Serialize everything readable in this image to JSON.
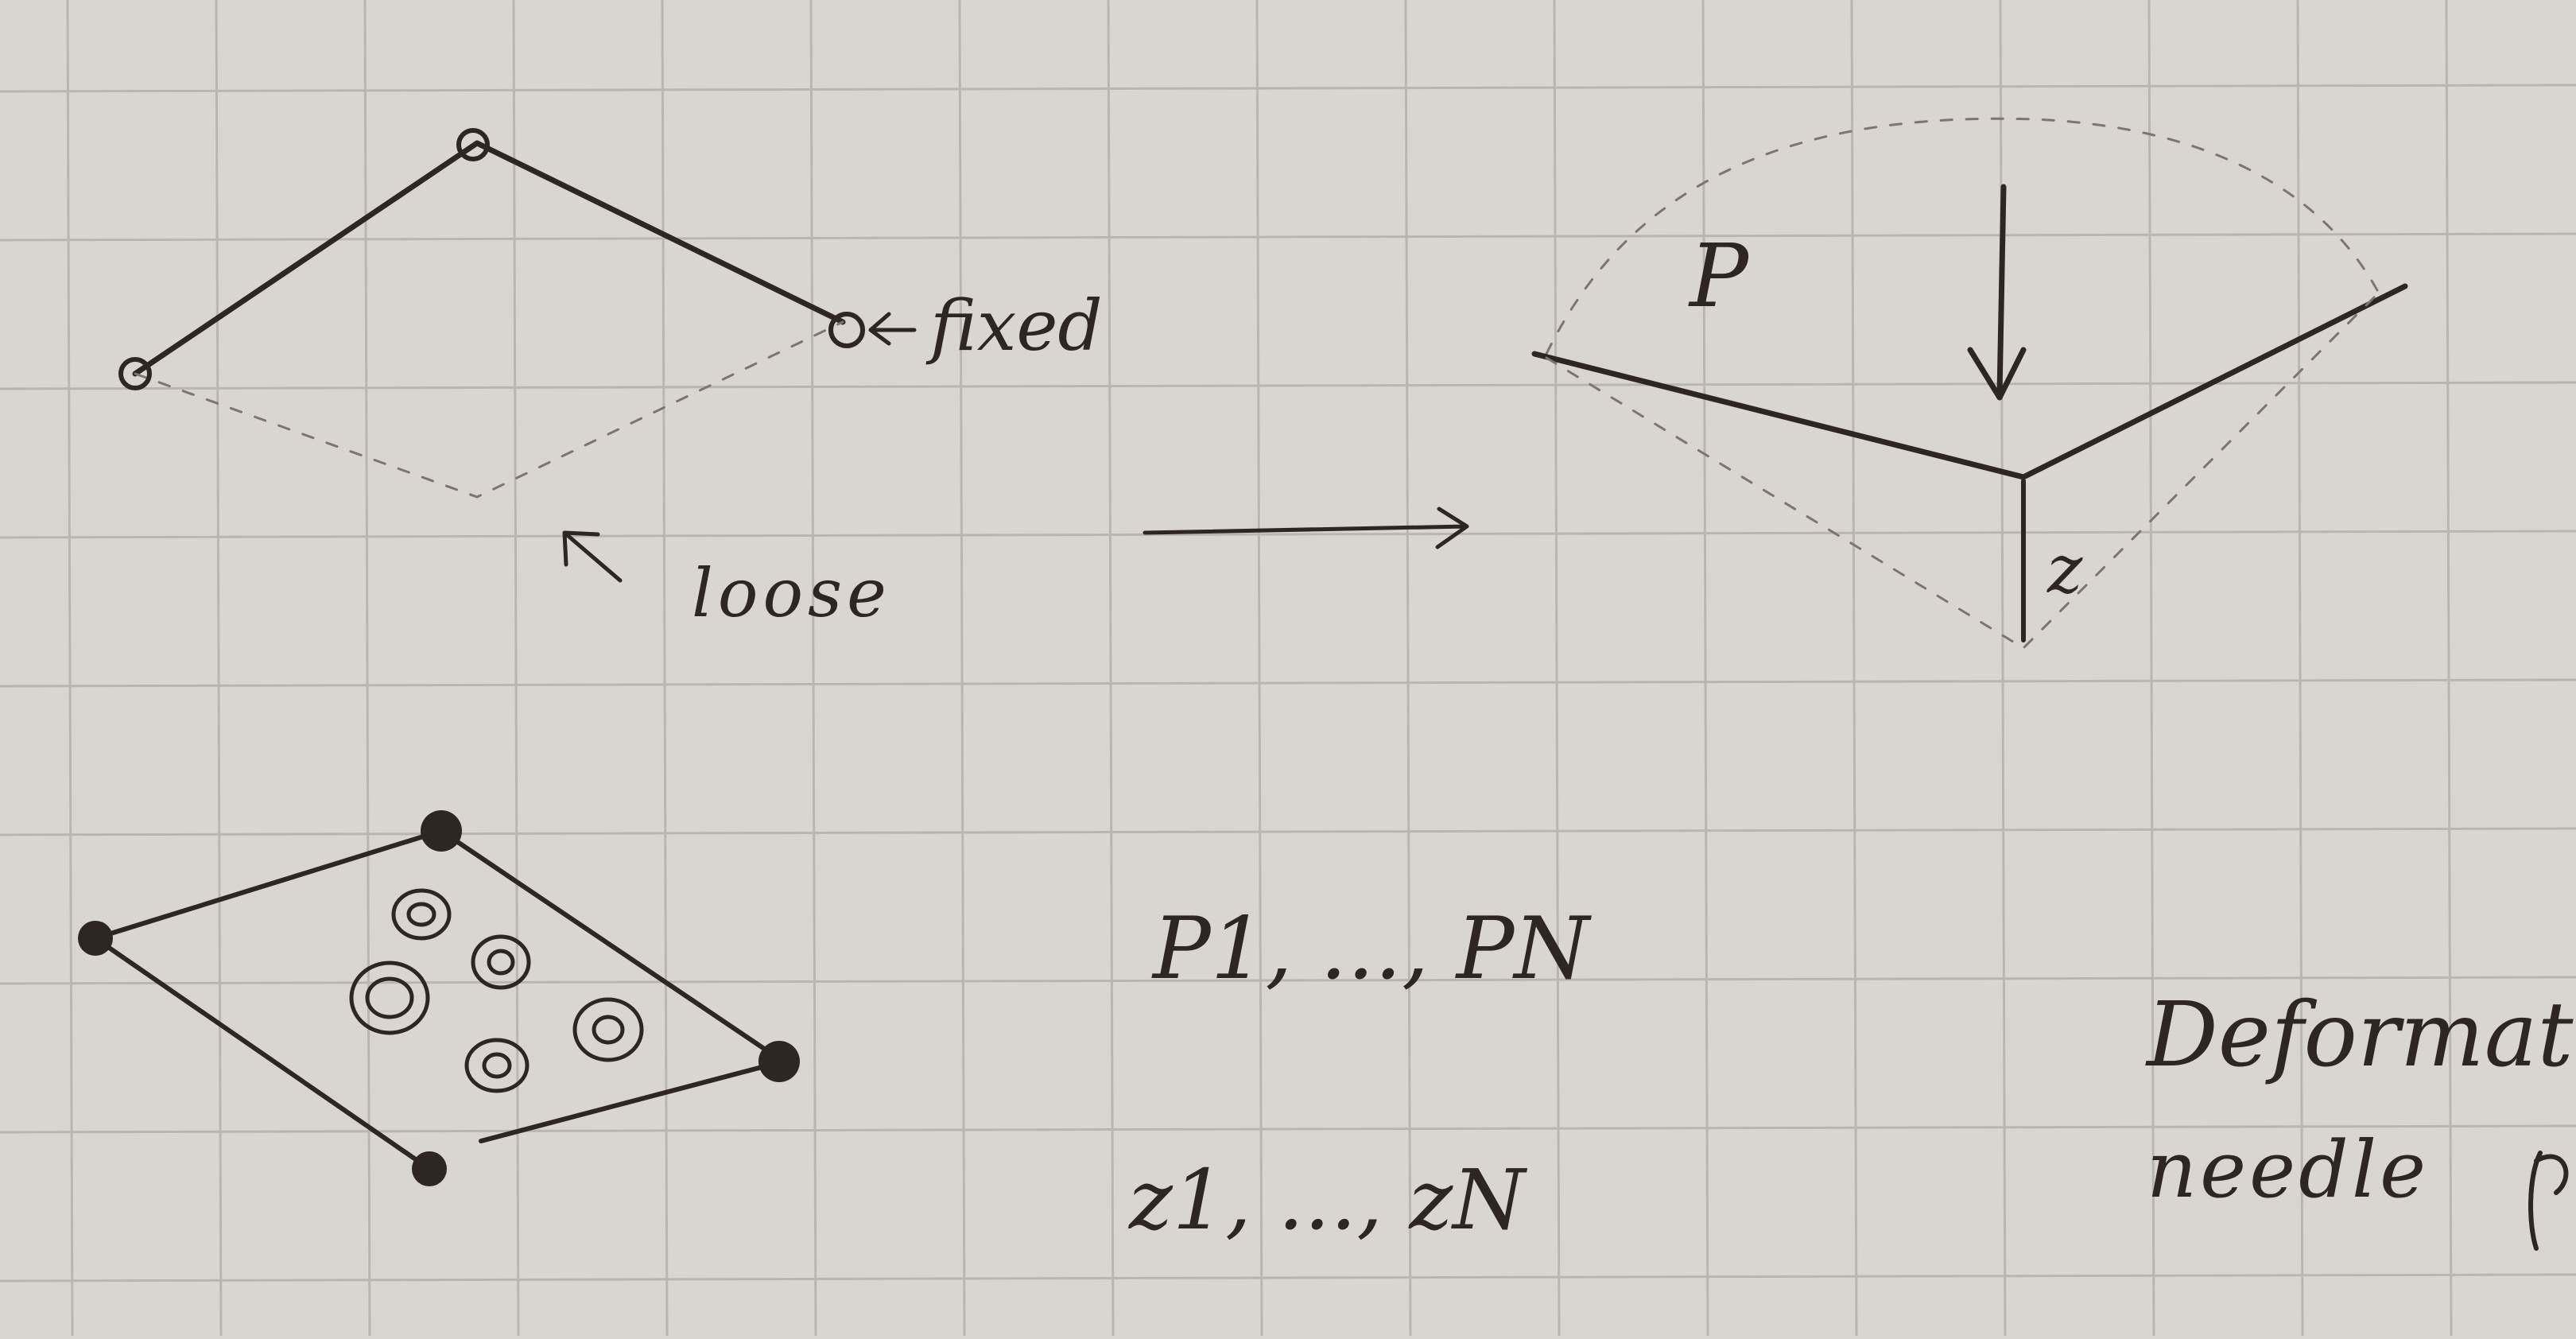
{
  "labels": {
    "fixed": "fixed",
    "loose": "loose",
    "force": "P",
    "displacement": "z",
    "forces_list": "P1, ..., PN",
    "displacements_list": "z1, ..., zN",
    "note_line1": "Deformat",
    "note_line2": "needle"
  },
  "colors": {
    "paper": "#d9d6cf",
    "grid": "#b9b6b0",
    "ink": "#2e2622"
  }
}
